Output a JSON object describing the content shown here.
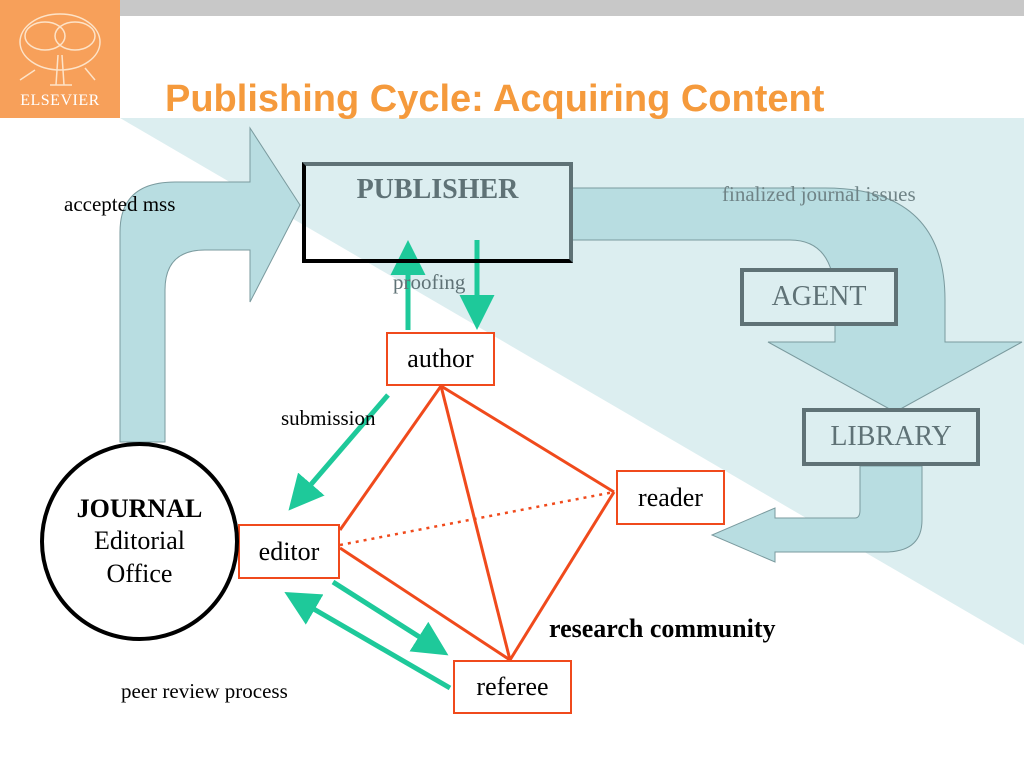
{
  "slide": {
    "title": "Publishing Cycle: Acquiring Content",
    "logo_text": "ELSEVIER",
    "colors": {
      "title": "#f59a3c",
      "logo_bg": "#f7a05a",
      "band": "#dceef0",
      "flow_arrow": "#b8dde1",
      "green_arrow": "#1ec99a",
      "red_line": "#f04a1c",
      "box_gray": "#5f7276"
    }
  },
  "diagram": {
    "nodes": {
      "publisher": "PUBLISHER",
      "agent": "AGENT",
      "library": "LIBRARY",
      "author": "author",
      "editor": "editor",
      "reader": "reader",
      "referee": "referee",
      "journal_line1": "JOURNAL",
      "journal_line2": "Editorial",
      "journal_line3": "Office"
    },
    "labels": {
      "accepted": "accepted mss",
      "finalized": "finalized journal issues",
      "proofing": "proofing",
      "submission": "submission",
      "peer_review": "peer review process",
      "community": "research community"
    }
  }
}
